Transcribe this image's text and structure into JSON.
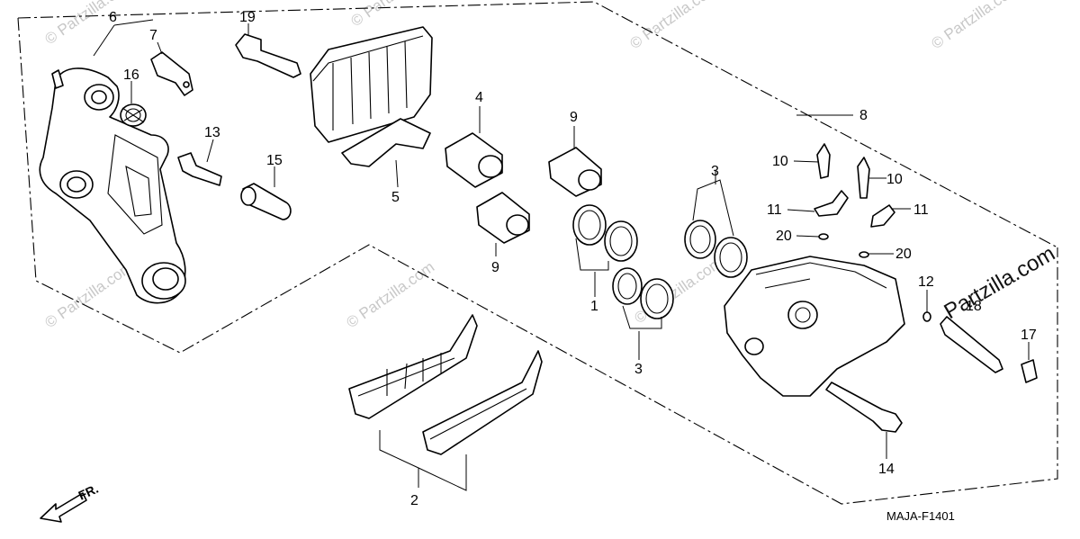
{
  "diagram": {
    "code": "MAJA-F1401",
    "direction_label": "FR.",
    "watermark_small": "© Partzilla.com",
    "watermark_large": "Partzilla.com",
    "callouts": {
      "c1": "1",
      "c2": "2",
      "c3a": "3",
      "c3b": "3",
      "c4": "4",
      "c5": "5",
      "c6": "6",
      "c7": "7",
      "c8": "8",
      "c9a": "9",
      "c9b": "9",
      "c10a": "10",
      "c10b": "10",
      "c11a": "11",
      "c11b": "11",
      "c12": "12",
      "c13": "13",
      "c14": "14",
      "c15": "15",
      "c16": "16",
      "c17": "17",
      "c18": "18",
      "c19": "19",
      "c20a": "20",
      "c20b": "20"
    }
  }
}
